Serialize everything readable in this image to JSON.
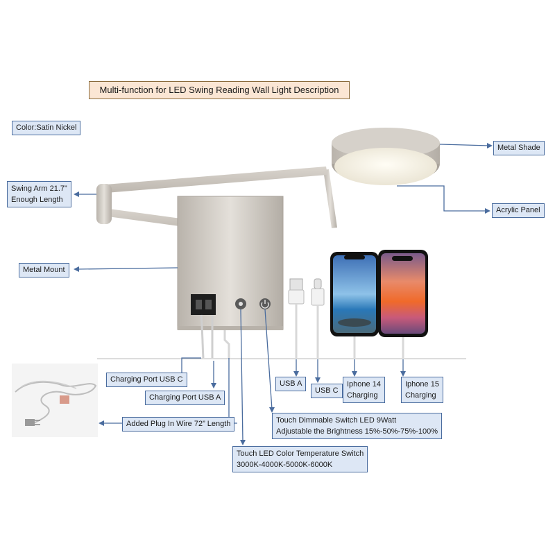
{
  "title": "Multi-function for LED Swing Reading Wall Light Description",
  "color_label": "Color:Satin Nickel",
  "callouts": {
    "metal_shade": "Metal Shade",
    "acrylic_panel": "Acrylic Panel",
    "swing_arm_line1": "Swing Arm 21.7”",
    "swing_arm_line2": "Enough Length",
    "metal_mount": "Metal Mount",
    "usb_c_port": "Charging Port USB C",
    "usb_a_port": "Charging Port USB A",
    "plug_wire": "Added  Plug In Wire 72” Length",
    "usb_a": "USB A",
    "usb_c": "USB C",
    "iphone14_line1": "Iphone 14",
    "iphone14_line2": "Charging",
    "iphone15_line1": "Iphone 15",
    "iphone15_line2": "Charging",
    "dimmer_line1": "Touch Dimmable Switch  LED 9Watt",
    "dimmer_line2": "Adjustable the Brightness 15%-50%-75%-100%",
    "cct_line1": "Touch LED Color Temperature Switch",
    "cct_line2": "3000K-4000K-5000K-6000K"
  },
  "colors": {
    "label_fill": "#dde7f5",
    "label_border": "#4a6c9e",
    "title_fill": "#fbe6d4",
    "leader_line": "#4a6c9e",
    "satin_nickel": "#c9c4bd"
  }
}
